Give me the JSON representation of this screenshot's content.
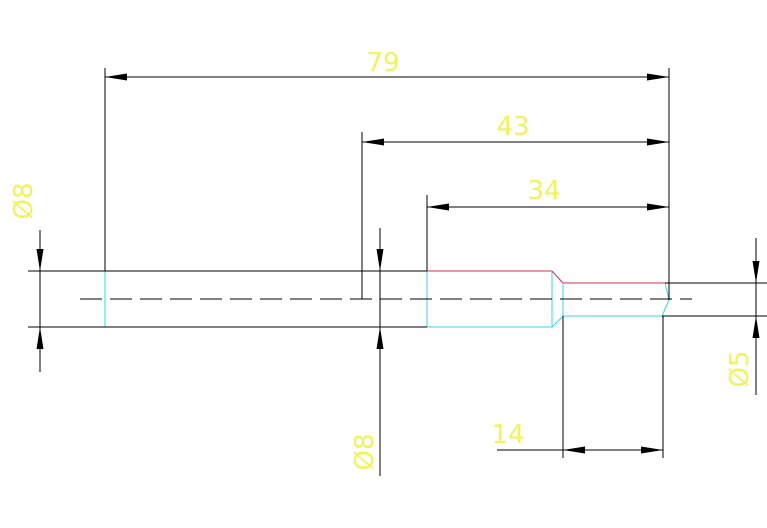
{
  "colors": {
    "background": "#ffffff",
    "geometry_line": "#000000",
    "part_edge": "#3ad6e0",
    "part_edge_top": "#d0314b",
    "dimension_text": "#f2f25a",
    "center_line": "#000000"
  },
  "dimensions": {
    "overall_length": "79",
    "length_43": "43",
    "length_34": "34",
    "length_14": "14",
    "dia_left": "Ø8",
    "dia_mid": "Ø8",
    "dia_right": "Ø5"
  }
}
